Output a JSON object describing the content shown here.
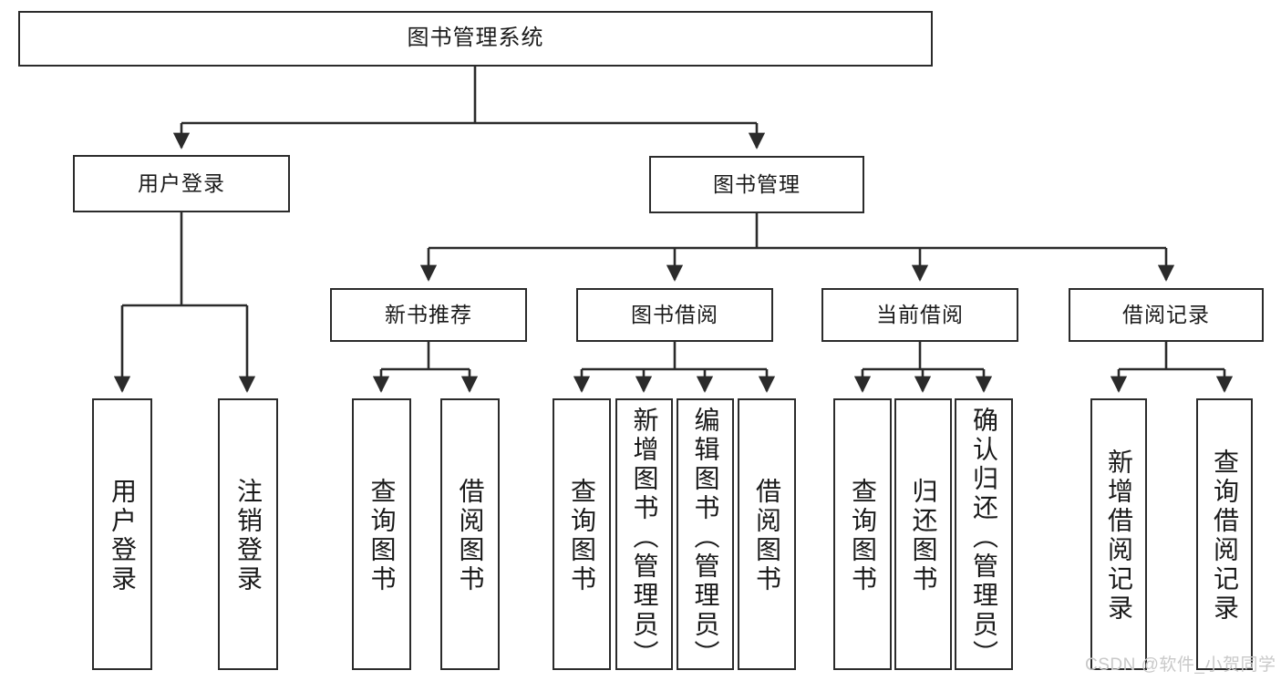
{
  "diagram": {
    "title": "图书管理系统",
    "type": "tree",
    "root": {
      "label": "图书管理系统"
    },
    "level2": [
      {
        "id": "user-login",
        "label": "用户登录"
      },
      {
        "id": "book-management",
        "label": "图书管理"
      }
    ],
    "level3": [
      {
        "id": "new-book-recommend",
        "label": "新书推荐",
        "parent": "book-management"
      },
      {
        "id": "book-borrow",
        "label": "图书借阅",
        "parent": "book-management"
      },
      {
        "id": "current-borrow",
        "label": "当前借阅",
        "parent": "book-management"
      },
      {
        "id": "borrow-record",
        "label": "借阅记录",
        "parent": "book-management"
      }
    ],
    "leaves": {
      "user_login": [
        {
          "id": "leaf-user-login",
          "label": "用户登录"
        },
        {
          "id": "leaf-user-logout",
          "label": "注销登录"
        }
      ],
      "new_book_recommend": [
        {
          "id": "leaf-query-book-1",
          "label": "查询图书"
        },
        {
          "id": "leaf-borrow-book-1",
          "label": "借阅图书"
        }
      ],
      "book_borrow": [
        {
          "id": "leaf-query-book-2",
          "label": "查询图书"
        },
        {
          "id": "leaf-add-book",
          "label": "新增图书（管理员）"
        },
        {
          "id": "leaf-edit-book",
          "label": "编辑图书（管理员）"
        },
        {
          "id": "leaf-borrow-book-2",
          "label": "借阅图书"
        }
      ],
      "current_borrow": [
        {
          "id": "leaf-query-book-3",
          "label": "查询图书"
        },
        {
          "id": "leaf-return-book",
          "label": "归还图书"
        },
        {
          "id": "leaf-confirm-return",
          "label": "确认归还（管理员）"
        }
      ],
      "borrow_record": [
        {
          "id": "leaf-add-record",
          "label": "新增借阅记录"
        },
        {
          "id": "leaf-query-record",
          "label": "查询借阅记录"
        }
      ]
    },
    "colors": {
      "border": "#2b2b2b",
      "background": "#ffffff",
      "text": "#1a1a1a",
      "watermark": "#c9c9c9"
    }
  },
  "watermark": {
    "text": "CSDN @软件_小贺同学"
  }
}
